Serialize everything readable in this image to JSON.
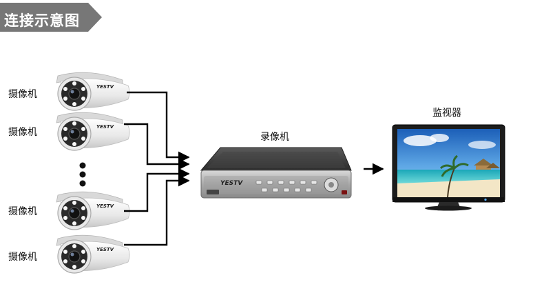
{
  "banner": {
    "title": "连接示意图",
    "color": "#777777"
  },
  "cameras": [
    {
      "label": "摄像机",
      "brand": "YESTV"
    },
    {
      "label": "摄像机",
      "brand": "YESTV"
    },
    {
      "label": "摄像机",
      "brand": "YESTV"
    },
    {
      "label": "摄像机",
      "brand": "YESTV"
    }
  ],
  "recorder": {
    "label": "录像机",
    "brand": "YESTV"
  },
  "monitor": {
    "label": "监视器"
  },
  "colors": {
    "connector": "#000000",
    "camera_body": "#f2f2f2",
    "recorder_body": "#3a3a3a",
    "monitor_frame": "#1c1c1c"
  }
}
